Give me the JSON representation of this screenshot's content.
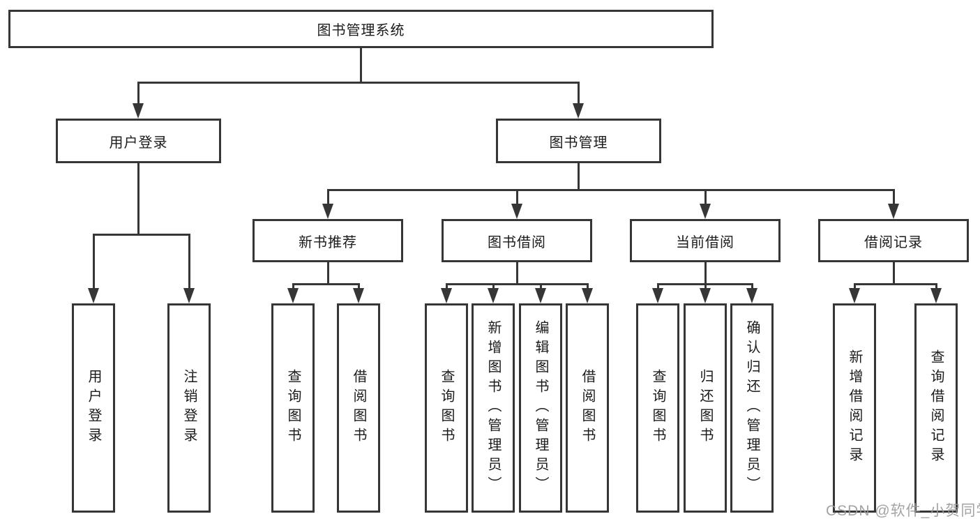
{
  "colors": {
    "line": "#363636",
    "text": "#1b1b1b",
    "watermark": "#9a9a9a",
    "background": "#ffffff"
  },
  "watermark": {
    "text": "CSDN @软件_小贺同学"
  },
  "nodes": {
    "root": {
      "label": "图书管理系统"
    },
    "user_login": {
      "label": "用户登录"
    },
    "book_mgmt": {
      "label": "图书管理"
    },
    "new_book_rec": {
      "label": "新书推荐"
    },
    "book_borrow": {
      "label": "图书借阅"
    },
    "current_borrow": {
      "label": "当前借阅"
    },
    "borrow_records": {
      "label": "借阅记录"
    },
    "leaf_user_login": {
      "label": "用户登录"
    },
    "leaf_logout": {
      "label": "注销登录"
    },
    "leaf_rec_query_book": {
      "label": "查询图书"
    },
    "leaf_rec_borrow_book": {
      "label": "借阅图书"
    },
    "leaf_bb_query_book": {
      "label": "查询图书"
    },
    "leaf_bb_add_book": {
      "label": "新增图书（管理员）"
    },
    "leaf_bb_edit_book": {
      "label": "编辑图书（管理员）"
    },
    "leaf_bb_borrow_book": {
      "label": "借阅图书"
    },
    "leaf_cb_query_book": {
      "label": "查询图书"
    },
    "leaf_cb_return_book": {
      "label": "归还图书"
    },
    "leaf_cb_confirm_return": {
      "label": "确认归还（管理员）"
    },
    "leaf_br_add_record": {
      "label": "新增借阅记录"
    },
    "leaf_br_query_record": {
      "label": "查询借阅记录"
    }
  }
}
